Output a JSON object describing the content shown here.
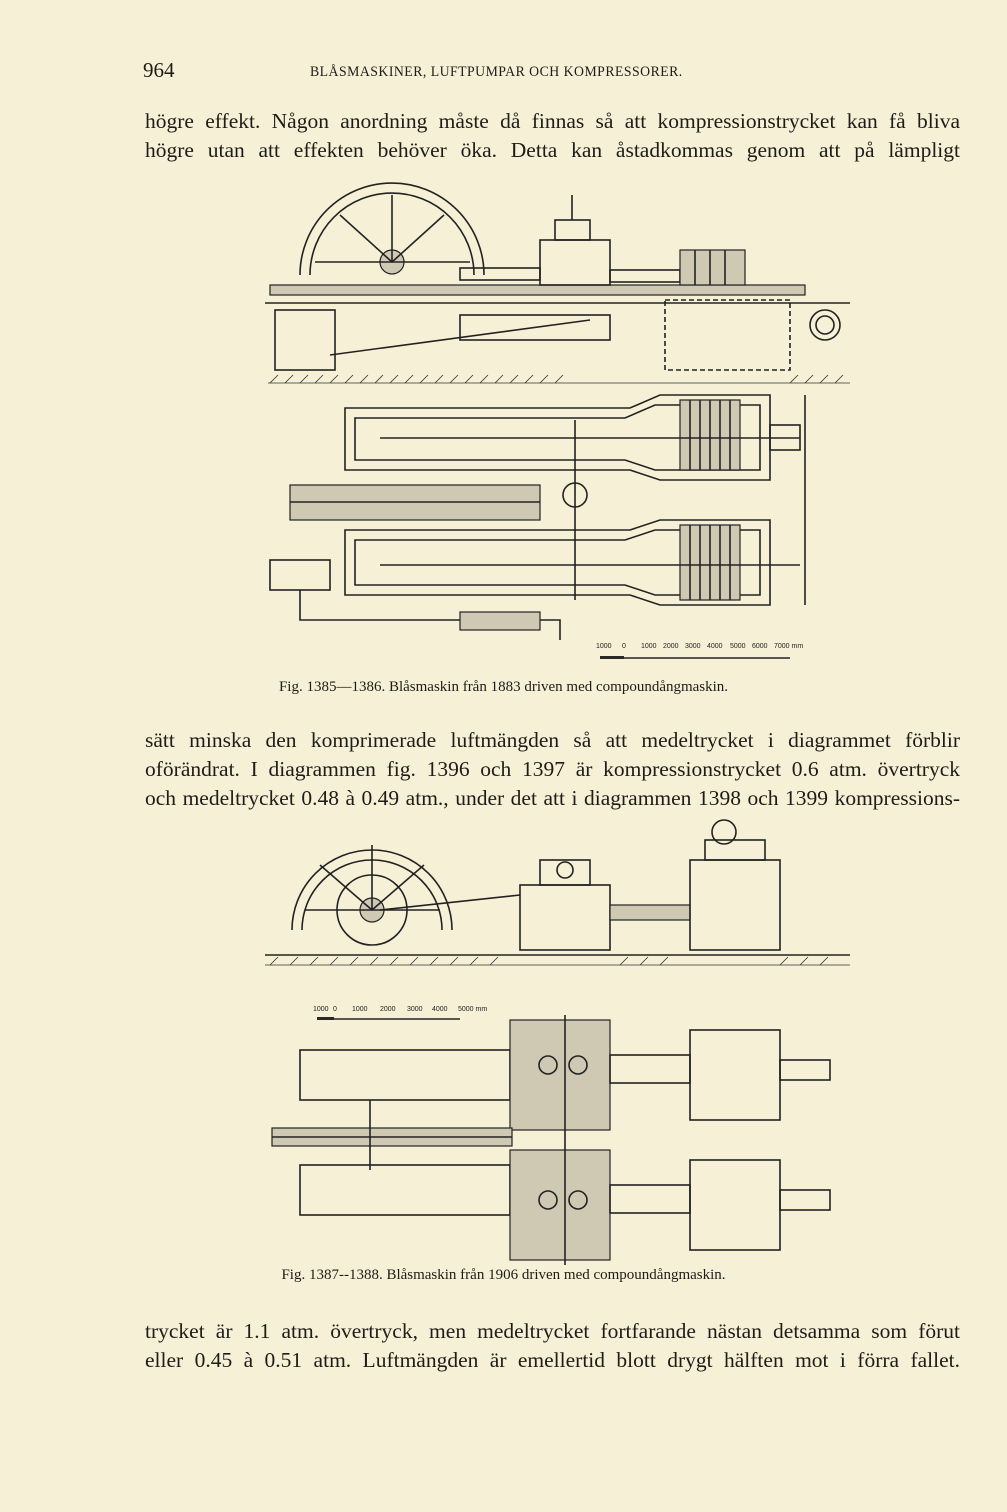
{
  "header": {
    "page_number": "964",
    "running_title": "BLÅSMASKINER, LUFTPUMPAR OCH KOMPRESSORER."
  },
  "paragraphs": {
    "p1": [
      "högre effekt. Någon anordning måste då finnas så att kompressionstrycket kan få bliva",
      "högre utan att effekten behöver öka. Detta kan åstadkommas genom att på lämpligt"
    ],
    "p2": [
      "sätt minska den komprimerade luftmängden så att medeltrycket i diagrammet förblir",
      "oförändrat. I diagrammen fig. 1396 och 1397 är kompressionstrycket 0.6 atm. övertryck",
      "och medeltrycket 0.48 à 0.49 atm., under det att i diagrammen 1398 och 1399 kompressions-"
    ],
    "p3": [
      "trycket är 1.1 atm. övertryck, men medeltrycket fortfarande nästan detsamma som förut",
      "eller 0.45 à 0.51 atm. Luftmängden är emellertid blott drygt hälften mot i förra fallet."
    ]
  },
  "figures": {
    "fig1": {
      "caption": "Fig. 1385—1386. Blåsmaskin från 1883 driven med compoundångmaskin.",
      "scale_labels": [
        "1000",
        "0",
        "1000",
        "2000",
        "3000",
        "4000",
        "5000",
        "6000",
        "7000 mm"
      ]
    },
    "fig2": {
      "caption": "Fig. 1387--1388. Blåsmaskin från 1906 driven med compoundångmaskin.",
      "scale_labels": [
        "1000",
        "0",
        "1000",
        "2000",
        "3000",
        "4000",
        "5000 mm"
      ]
    }
  }
}
